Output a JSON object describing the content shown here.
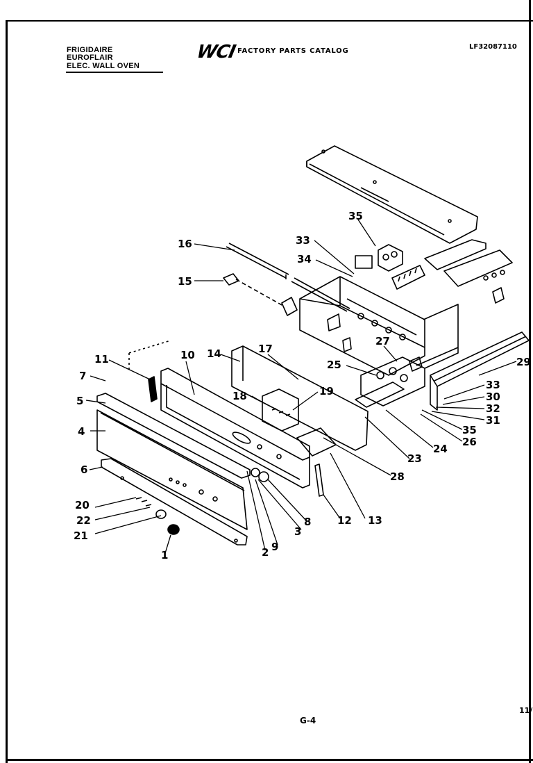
{
  "header": {
    "brand": "FRIGIDAIRE",
    "series": "EUROFLAIR",
    "product": "ELEC. WALL OVEN",
    "logo": "WCI",
    "catalog_title": "FACTORY PARTS CATALOG",
    "model_number": "LF32087110"
  },
  "footer": {
    "page_code": "G-4",
    "date_code": "11/"
  },
  "callouts": [
    "1",
    "2",
    "3",
    "4",
    "5",
    "6",
    "7",
    "8",
    "9",
    "10",
    "11",
    "12",
    "13",
    "14",
    "15",
    "16",
    "17",
    "18",
    "19",
    "20",
    "21",
    "22",
    "23",
    "24",
    "25",
    "26",
    "27",
    "28",
    "29",
    "30",
    "31",
    "32",
    "33",
    "34",
    "35"
  ],
  "labels": [
    {
      "text": "16"
    },
    {
      "text": "15"
    },
    {
      "text": "33"
    },
    {
      "text": "34"
    },
    {
      "text": "35"
    },
    {
      "text": "11"
    },
    {
      "text": "10"
    },
    {
      "text": "14"
    },
    {
      "text": "17"
    },
    {
      "text": "7"
    },
    {
      "text": "5"
    },
    {
      "text": "4"
    },
    {
      "text": "6"
    },
    {
      "text": "18"
    },
    {
      "text": "19"
    },
    {
      "text": "25"
    },
    {
      "text": "27"
    },
    {
      "text": "29"
    },
    {
      "text": "33"
    },
    {
      "text": "30"
    },
    {
      "text": "32"
    },
    {
      "text": "31"
    },
    {
      "text": "35"
    },
    {
      "text": "26"
    },
    {
      "text": "24"
    },
    {
      "text": "23"
    },
    {
      "text": "28"
    },
    {
      "text": "13"
    },
    {
      "text": "12"
    },
    {
      "text": "8"
    },
    {
      "text": "3"
    },
    {
      "text": "9"
    },
    {
      "text": "2"
    },
    {
      "text": "20"
    },
    {
      "text": "22"
    },
    {
      "text": "21"
    },
    {
      "text": "1"
    }
  ]
}
